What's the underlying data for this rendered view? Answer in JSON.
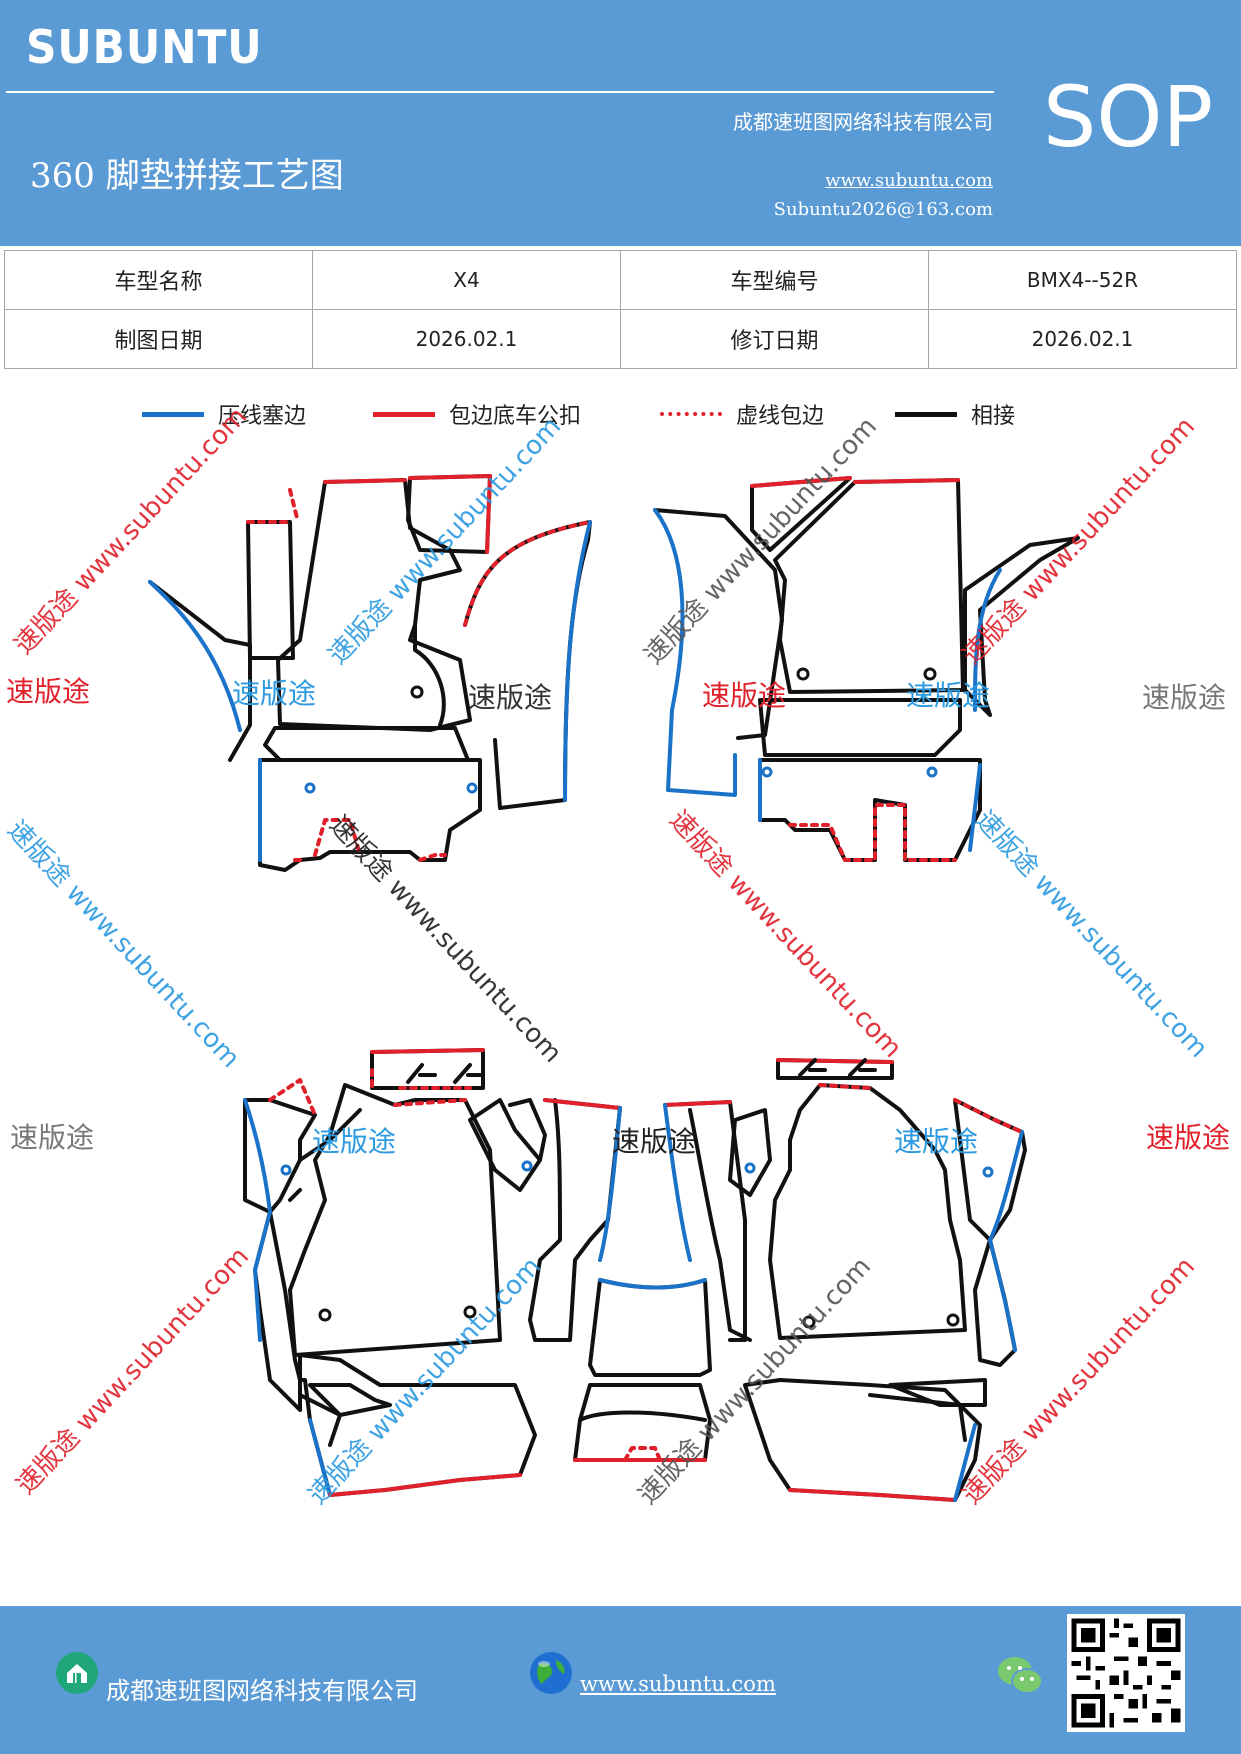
{
  "header": {
    "brand": "SUBUNTU",
    "company": "成都速班图网络科技有限公司",
    "badge": "SOP",
    "title": "360 脚垫拼接工艺图",
    "website": "www.subuntu.com",
    "email": "Subuntu2026@163.com"
  },
  "info_table": {
    "rows": [
      [
        "车型名称",
        "X4",
        "车型编号",
        "BMX4--52R"
      ],
      [
        "制图日期",
        "2026.02.1",
        "修订日期",
        "2026.02.1"
      ]
    ]
  },
  "legend": [
    {
      "label": "压线塞边",
      "color": "#1a73c9",
      "style": "solid"
    },
    {
      "label": "包边底车公扣",
      "color": "#e0202a",
      "style": "solid"
    },
    {
      "label": "虚线包边",
      "color": "#e0202a",
      "style": "dashed"
    },
    {
      "label": "相接",
      "color": "#111111",
      "style": "solid"
    }
  ],
  "watermarks": {
    "brand_text": "速版途",
    "diag_text": "速版途 www.subuntu.com",
    "diag_text_alt": "www.subuntu.com"
  },
  "footer": {
    "company": "成都速班图网络科技有限公司",
    "website": "www.subuntu.com "
  },
  "colors": {
    "header_bg": "#5b9bd5",
    "press_edge": "#1a73c9",
    "wrap_edge": "#e0202a",
    "join": "#111111"
  }
}
